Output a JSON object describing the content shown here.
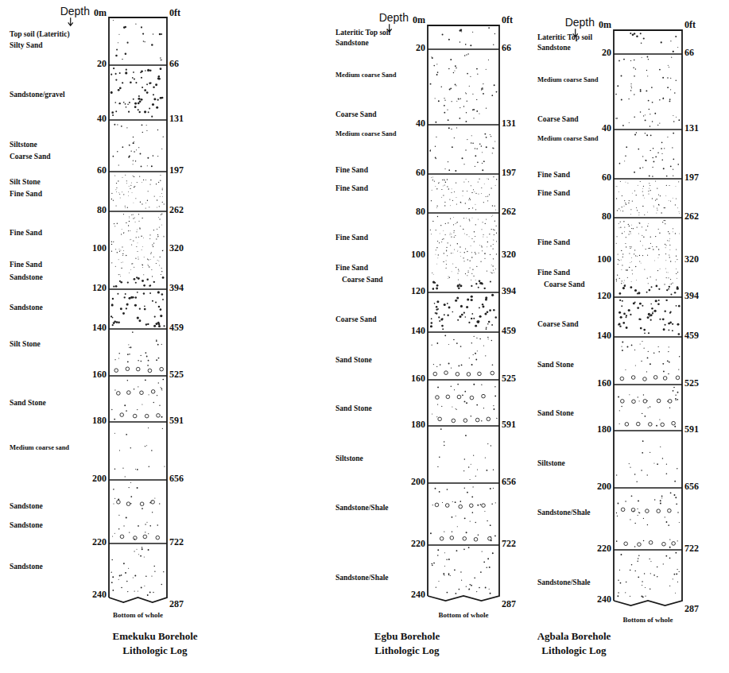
{
  "diagram": {
    "labels": [
      "Depth",
      "0m",
      "0ft",
      "Top soil (Lateritic)",
      "Silty Sand",
      "20",
      "66",
      "Sandstone/gravel",
      "40",
      "131",
      "Siltstone",
      "Coarse Sand",
      "60",
      "197",
      "Silt Stone",
      "Fine Sand",
      "80",
      "262",
      "Fine Sand",
      "100",
      "320",
      "Fine Sand",
      "Sandstone",
      "120",
      "394",
      "Sandstone",
      "140",
      "459",
      "Silt Stone",
      "160",
      "525",
      "Sand Stone",
      "180",
      "591",
      "Medium coarse sand",
      "200",
      "656",
      "Sandstone",
      "Sandstone",
      "220",
      "722",
      "Sandstone",
      "240",
      "287",
      "Bottom of whole",
      "Emekuku Borehole Lithologic Log",
      "Depth",
      "0m",
      "0ft",
      "Lateritic Top soil",
      "Sandstone",
      "20",
      "66",
      "Medium coarse Sand",
      "Coarse Sand",
      "40",
      "131",
      "Medium coarse Sand",
      "Fine Sand",
      "60",
      "197",
      "Fine Sand",
      "80",
      "262",
      "Fine Sand",
      "100",
      "320",
      "Fine Sand",
      "Coarse Sand",
      "120",
      "394",
      "Coarse Sand",
      "140",
      "459",
      "Sand Stone",
      "160",
      "525",
      "Sand Stone",
      "180",
      "591",
      "Siltstone",
      "200",
      "656",
      "Sandstone/Shale",
      "220",
      "722",
      "Sandstone/Shale",
      "240",
      "287",
      "Bottom of whole",
      "Egbu Borehole Lithologic Log",
      "Depth",
      "0m",
      "0ft",
      "Lateritic Top soil",
      "Sandstone",
      "20",
      "66",
      "Medium coarse Sand",
      "Coarse Sand",
      "40",
      "131",
      "Medium coarse Sand",
      "Fine Sand",
      "60",
      "197",
      "Fine Sand",
      "80",
      "262",
      "Fine Sand",
      "100",
      "320",
      "Fine Sand",
      "Coarse Sand",
      "120",
      "394",
      "Coarse Sand",
      "140",
      "459",
      "Sand Stone",
      "160",
      "525",
      "Sand Stone",
      "180",
      "591",
      "Siltstone",
      "200",
      "656",
      "Sandstone/Shale",
      "220",
      "722",
      "Sandstone/Shale",
      "240",
      "287",
      "Bottom of whole",
      "Agbala Borehole Lithologic Log"
    ]
  }
}
